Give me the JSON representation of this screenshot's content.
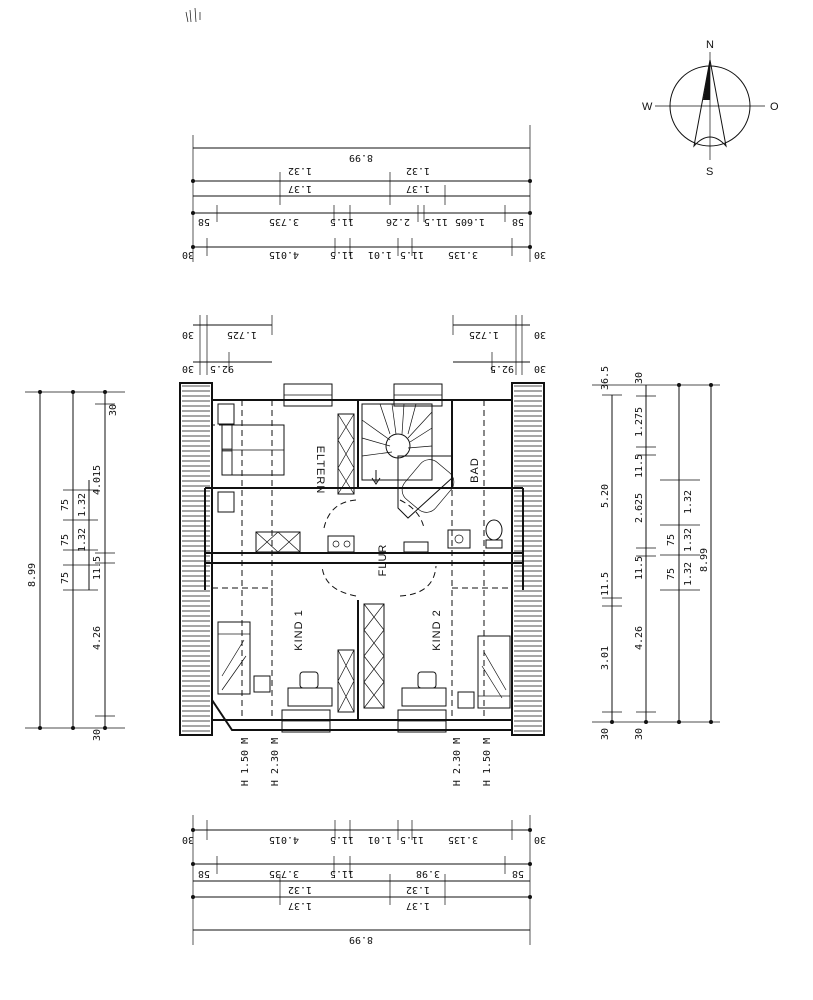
{
  "rooms": {
    "eltern": "ELTERN",
    "bad": "BAD",
    "flur": "FLUR",
    "kind1": "KIND 1",
    "kind2": "KIND 2"
  },
  "compass": {
    "n": "N",
    "s": "S",
    "w": "W",
    "o": "O"
  },
  "heights": {
    "h150_left": "H 1.50 M",
    "h230_left": "H 2.30 M",
    "h230_right": "H 2.30 M",
    "h150_right": "H 1.50 M"
  },
  "top_dims": {
    "total": "8.99",
    "r2": [
      "1.32",
      "1.32"
    ],
    "r3": [
      "1.37",
      "1.37"
    ],
    "r4": [
      "58",
      "3.735",
      "11.5",
      "2.26",
      "11.5",
      "1.605",
      "58"
    ],
    "r5": [
      "30",
      "4.015",
      "11.5",
      "1.01",
      "11.5",
      "3.135",
      "30"
    ]
  },
  "upper_small_dims": {
    "left": [
      "30",
      "1.725",
      "30",
      "92.5"
    ],
    "right": [
      "1.725",
      "30",
      "92.5",
      "30"
    ]
  },
  "bottom_dims": {
    "r1": [
      "30",
      "4.015",
      "11.5",
      "1.01",
      "11.5",
      "3.135",
      "30"
    ],
    "r2": [
      "58",
      "3.735",
      "11.5",
      "3.98",
      "58"
    ],
    "r3": [
      "1.32",
      "1.32"
    ],
    "r4": [
      "1.37",
      "1.37"
    ],
    "total": "8.99"
  },
  "left_dims": {
    "total": "8.99",
    "col2": [
      "30",
      "4.015",
      "11.5",
      "4.26",
      "30"
    ],
    "col3": [
      "75",
      "75",
      "75"
    ],
    "col4": [
      "1.32",
      "1.32"
    ]
  },
  "right_dims": {
    "col1": [
      "36.5",
      "5.20",
      "11.5",
      "3.01",
      "30"
    ],
    "col2": [
      "30",
      "1.275",
      "11.5",
      "2.625",
      "11.5",
      "4.26",
      "30"
    ],
    "col3": [
      "75",
      "75"
    ],
    "col4": [
      "1.32",
      "1.32",
      "1.32"
    ],
    "total": "8.99"
  }
}
